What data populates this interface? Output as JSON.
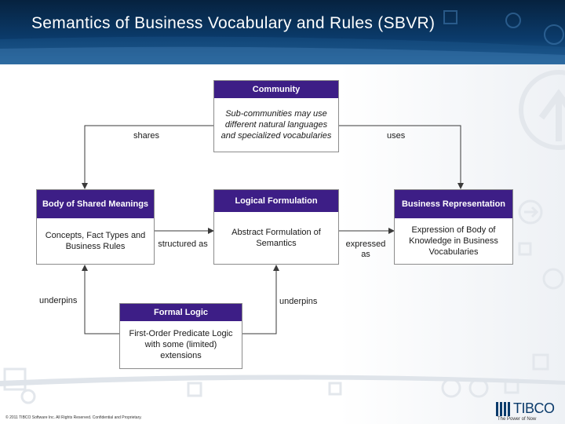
{
  "slide": {
    "title": "Semantics of Business Vocabulary and Rules (SBVR)",
    "footer": "© 2011 TIBCO Software Inc. All Rights Reserved. Confidential and Proprietary.",
    "logo_text": "TIBCO",
    "logo_tagline": "The Power of Now",
    "colors": {
      "banner": "#0b3b6b",
      "box_header": "#3d1e86",
      "connector": "#3a3a3a"
    }
  },
  "diagram": {
    "community": {
      "title": "Community",
      "body": "Sub-communities may use different natural languages and specialized vocabularies"
    },
    "shared_meanings": {
      "title": "Body of Shared Meanings",
      "body": "Concepts, Fact Types and Business Rules"
    },
    "logical_formulation": {
      "title": "Logical Formulation",
      "body": "Abstract Formulation of Semantics"
    },
    "business_representation": {
      "title": "Business Representation",
      "body": "Expression of Body of Knowledge in Business Vocabularies"
    },
    "formal_logic": {
      "title": "Formal Logic",
      "body": "First-Order Predicate Logic with some (limited) extensions"
    },
    "labels": {
      "shares": "shares",
      "uses": "uses",
      "structured_as": "structured as",
      "expressed_as": "expressed as",
      "underpins_left": "underpins",
      "underpins_right": "underpins"
    }
  }
}
